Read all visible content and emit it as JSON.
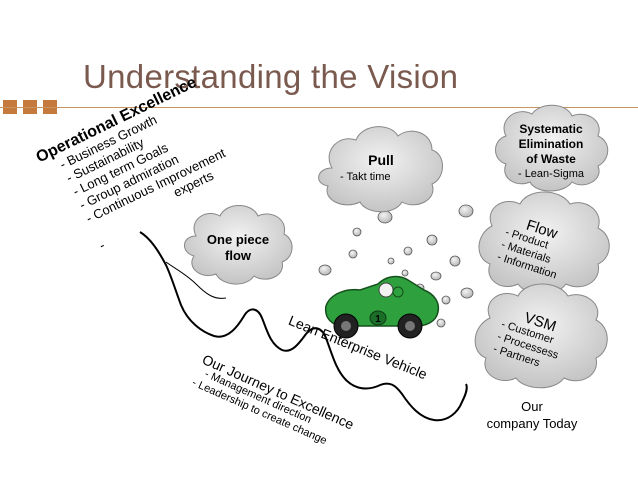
{
  "title": "Understanding the Vision",
  "operational": {
    "heading": "Operational Excellence",
    "items": [
      "-  Business Growth",
      "-  Sustainability",
      "-  Long term Goals",
      "-  Group admiration",
      "-  Continuous Improvement",
      "experts",
      "-"
    ]
  },
  "clouds": {
    "pull": {
      "title": "Pull",
      "items": [
        "-    Takt time"
      ]
    },
    "one_piece": {
      "line1": "One piece",
      "line2": "flow"
    },
    "systematic": {
      "line1": "Systematic",
      "line2": "Elimination",
      "line3": "of Waste",
      "sub": "- Lean-Sigma"
    },
    "flow": {
      "title": "Flow",
      "items": [
        "-   Product",
        "-   Materials",
        "-   Information"
      ]
    },
    "vsm": {
      "title": "VSM",
      "items": [
        "-   Customer",
        "-   Processess",
        "-   Partners"
      ]
    }
  },
  "vehicle": {
    "label": "Lean Enterprise Vehicle",
    "badge": "1"
  },
  "journey": {
    "heading": "Our Journey to Excellence",
    "items": [
      "-    Management direction",
      "-    Leadership to create change"
    ]
  },
  "company": {
    "line1": "Our",
    "line2": "company Today"
  },
  "colors": {
    "title": "#7a5a4e",
    "accent": "#c47a3d",
    "car": "#2e9e3c",
    "cloud_fill": "#d0d0d0"
  }
}
